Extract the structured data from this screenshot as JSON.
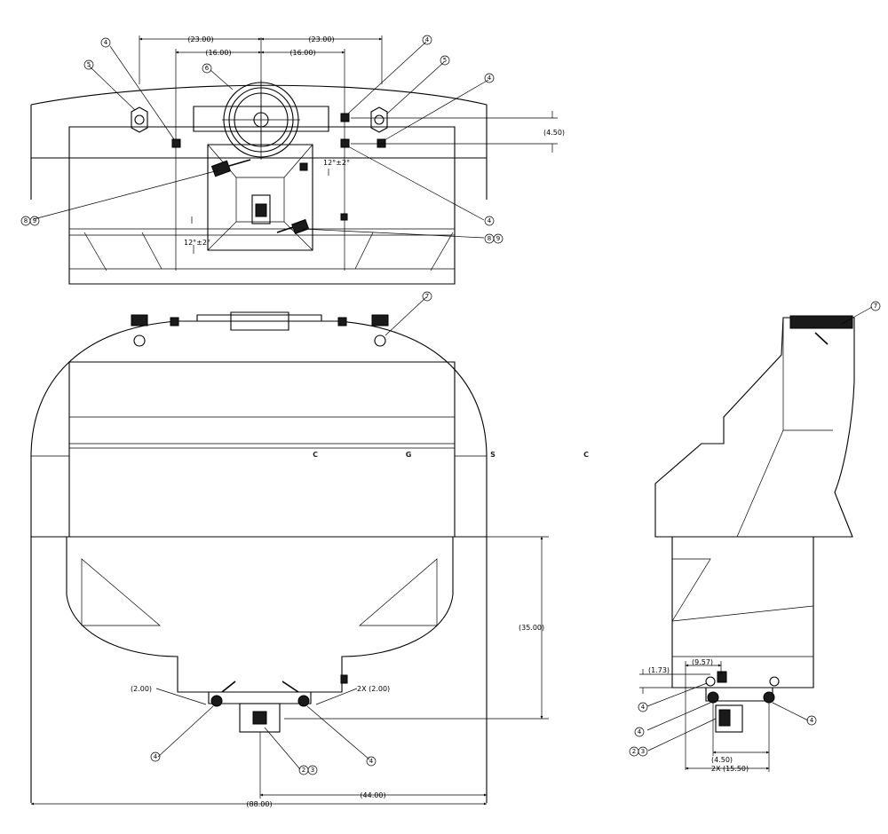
{
  "watermark": {
    "letters": [
      {
        "char": "C",
        "color": "#6aa0f5"
      },
      {
        "char": "G",
        "color": "#f28b82"
      },
      {
        "char": "S",
        "color": "#fbd96a"
      },
      {
        "char": "C",
        "color": "#7cc29b"
      }
    ]
  },
  "top_view": {
    "dims": {
      "outer_left": "(23.00)",
      "outer_right": "(23.00)",
      "inner_left": "(16.00)",
      "inner_right": "(16.00)",
      "height_right": "(4.50)",
      "angle_upper": "12°±2°",
      "angle_lower": "12°±2°"
    },
    "callouts": {
      "c4_a": "4",
      "c4_b": "4",
      "c4_c": "4",
      "c4_d": "4",
      "c5_a": "5",
      "c5_b": "5",
      "c6": "6",
      "c8_a": "8",
      "c9_a": "9",
      "c8_b": "8",
      "c9_b": "9"
    }
  },
  "front_view": {
    "dims": {
      "left_offset": "(2.00)",
      "right_offset": "2X (2.00)",
      "height": "(35.00)",
      "half_width": "(44.00)",
      "overall_width": "(88.00)"
    },
    "callouts": {
      "c7": "7",
      "c4_l": "4",
      "c4_r": "4",
      "c2": "2",
      "c3": "3"
    }
  },
  "side_view": {
    "dims": {
      "d173": "(1.73)",
      "d957": "(9.57)",
      "d450": "(4.50)",
      "d1550": "2X (15.50)"
    },
    "callouts": {
      "c7": "7",
      "c4_a": "4",
      "c4_b": "4",
      "c4_c": "4",
      "c2": "2",
      "c3": "3"
    }
  }
}
